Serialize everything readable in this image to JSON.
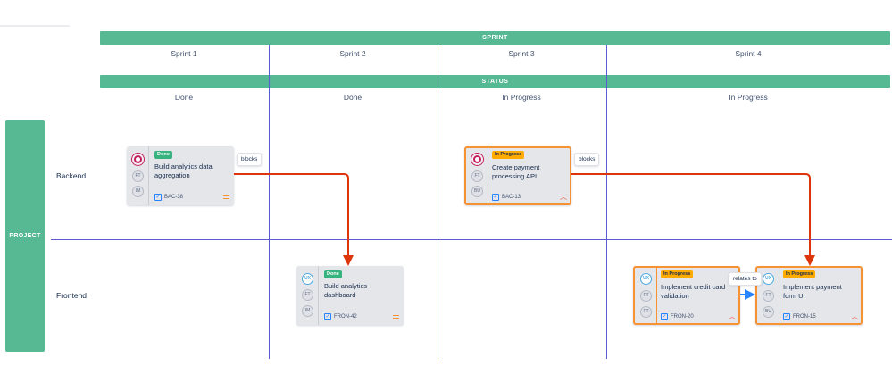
{
  "sprint_band": "SPRINT",
  "status_band": "STATUS",
  "project_band": "PROJECT",
  "sprints": [
    "Sprint 1",
    "Sprint 2",
    "Sprint 3",
    "Sprint 4"
  ],
  "statuses": [
    "Done",
    "Done",
    "In Progress",
    "In Progress"
  ],
  "rows": [
    "Backend",
    "Frontend"
  ],
  "cards": [
    {
      "key": "BAC-38",
      "title": "Build analytics data aggregation",
      "status": "Done",
      "avatars": [
        "bug",
        "FT",
        "IM"
      ],
      "priority": "medium"
    },
    {
      "key": "BAC-13",
      "title": "Create payment processing API",
      "status": "In Progress",
      "avatars": [
        "bug",
        "FT",
        "BU"
      ],
      "priority": "high"
    },
    {
      "key": "FRON-42",
      "title": "Build analytics dashboard",
      "status": "Done",
      "avatars": [
        "UX",
        "FT",
        "IM"
      ],
      "priority": "medium"
    },
    {
      "key": "FRON-20",
      "title": "Implement credit card validation",
      "status": "In Progress",
      "avatars": [
        "UX",
        "FT",
        "FT"
      ],
      "priority": "high"
    },
    {
      "key": "FRON-15",
      "title": "Implement payment form UI",
      "status": "In Progress",
      "avatars": [
        "UX",
        "FT",
        "BU"
      ],
      "priority": "high"
    }
  ],
  "links": [
    "blocks",
    "blocks",
    "relates to"
  ],
  "colors": {
    "band": "#57b894",
    "grid": "#5b5bd6",
    "blocks_arrow": "#de350b",
    "relates_arrow": "#2684ff",
    "in_progress_border": "#f79232"
  }
}
